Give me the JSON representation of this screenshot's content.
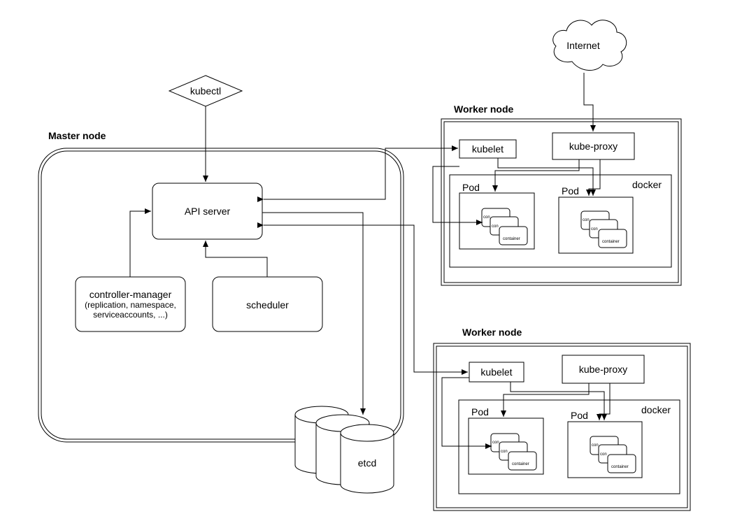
{
  "kubectl": "kubectl",
  "internet": "Internet",
  "master": {
    "title": "Master node",
    "api_server": "API server",
    "controller_manager": {
      "name": "controller-manager",
      "detail_line1": "(replication, namespace,",
      "detail_line2": "serviceaccounts, ...)"
    },
    "scheduler": "scheduler",
    "etcd": "etcd"
  },
  "workers": [
    {
      "title": "Worker node",
      "kubelet": "kubelet",
      "kube_proxy": "kube-proxy",
      "docker": "docker",
      "pods": [
        {
          "label": "Pod",
          "containers": [
            "con",
            "con",
            "container"
          ]
        },
        {
          "label": "Pod",
          "containers": [
            "con",
            "con",
            "container"
          ]
        }
      ]
    },
    {
      "title": "Worker node",
      "kubelet": "kubelet",
      "kube_proxy": "kube-proxy",
      "docker": "docker",
      "pods": [
        {
          "label": "Pod",
          "containers": [
            "con",
            "con",
            "container"
          ]
        },
        {
          "label": "Pod",
          "containers": [
            "con",
            "con",
            "container"
          ]
        }
      ]
    }
  ]
}
